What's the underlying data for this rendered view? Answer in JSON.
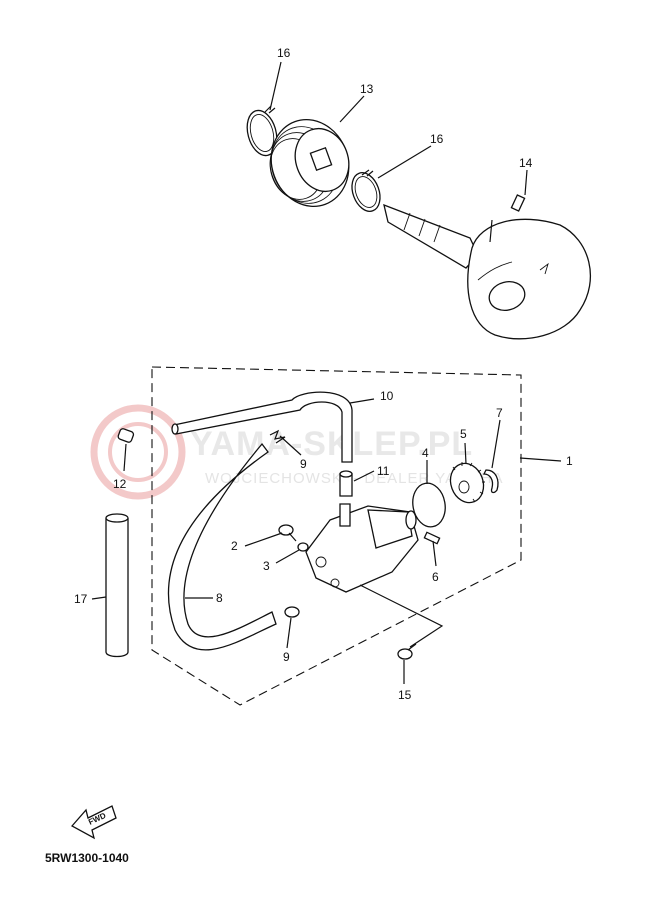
{
  "watermark": {
    "main": "YAMA-SKLEP.PL",
    "sub": "WOJCIECHOWSKI - DEALER YAMAHA"
  },
  "callouts": [
    "1",
    "2",
    "3",
    "4",
    "5",
    "6",
    "7",
    "8",
    "9",
    "9",
    "10",
    "11",
    "12",
    "13",
    "14",
    "15",
    "16",
    "16",
    "17"
  ],
  "fwd_label": "FWD",
  "diagram_code": "5RW1300-1040",
  "colors": {
    "ink": "#111111",
    "watermark": "#e8e8e8",
    "watermark_logo": "#f3c9c9"
  }
}
